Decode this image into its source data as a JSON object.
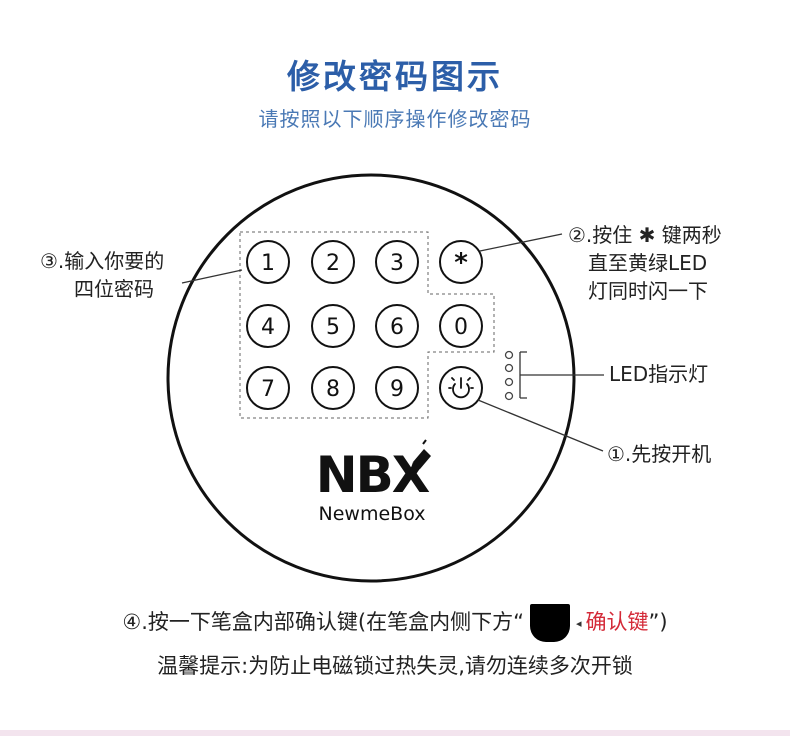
{
  "header": {
    "title": "修改密码图示",
    "subtitle": "请按照以下顺序操作修改密码"
  },
  "keypad": {
    "keys": [
      "1",
      "2",
      "3",
      "*",
      "4",
      "5",
      "6",
      "0",
      "7",
      "8",
      "9"
    ],
    "power_icon": "power-icon"
  },
  "brand": {
    "logo": "NBX",
    "name": "NewmeBox"
  },
  "callouts": {
    "step1": "①.先按开机",
    "step2_line1": "②.按住 ✱ 键两秒",
    "step2_line2": "直至黄绿LED",
    "step2_line3": "灯同时闪一下",
    "step3_line1": "③.输入你要的",
    "step3_line2": "四位密码",
    "led": "LED指示灯"
  },
  "notes": {
    "step4_prefix": "④.按一下笔盒内部确认键(在笔盒内侧下方“",
    "step4_label": "确认键",
    "step4_suffix": "”)",
    "warning": "温馨提示:为防止电磁锁过热失灵,请勿连续多次开锁"
  },
  "colors": {
    "title": "#2c5ea8",
    "subtitle": "#4a79b5",
    "confirm": "#d42a38"
  }
}
